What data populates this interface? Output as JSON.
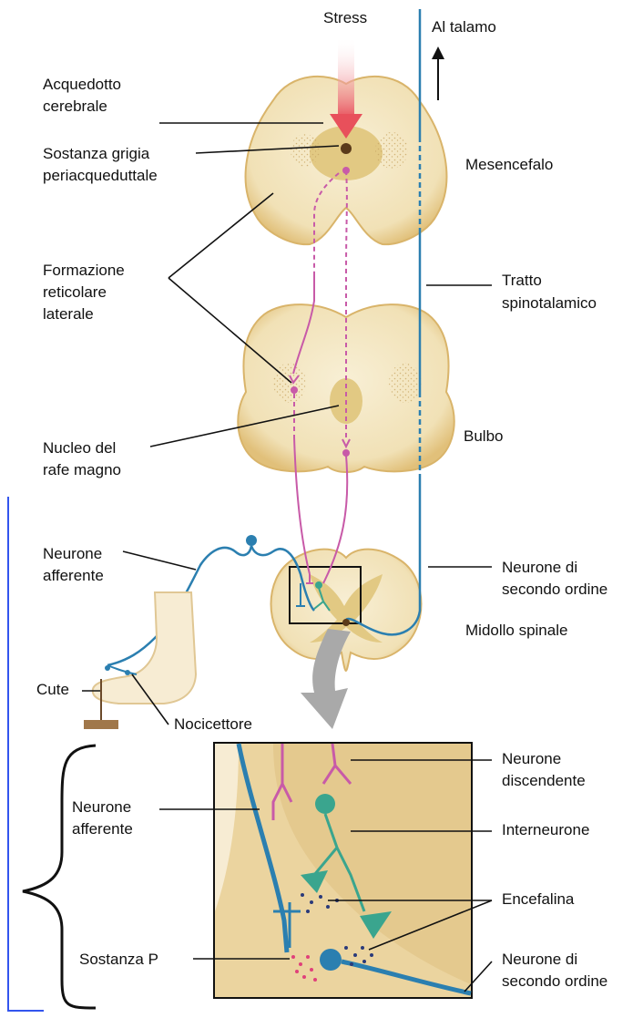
{
  "labels": {
    "stress": "Stress",
    "al_talamo": "Al talamo",
    "acquedotto_l1": "Acquedotto",
    "acquedotto_l2": "cerebrale",
    "sostanza_grigia_l1": "Sostanza grigia",
    "sostanza_grigia_l2": "periacqueduttale",
    "mesencefalo": "Mesencefalo",
    "formazione_l1": "Formazione",
    "formazione_l2": "reticolare",
    "formazione_l3": "laterale",
    "tratto_l1": "Tratto",
    "tratto_l2": "spinotalamico",
    "bulbo": "Bulbo",
    "nucleo_l1": "Nucleo del",
    "nucleo_l2": "rafe magno",
    "neurone_afferente_l1": "Neurone",
    "neurone_afferente_l2": "afferente",
    "neurone_secondo_l1": "Neurone di",
    "neurone_secondo_l2": "secondo ordine",
    "midollo": "Midollo spinale",
    "cute": "Cute",
    "nocicettore": "Nocicettore",
    "inset_afferente_l1": "Neurone",
    "inset_afferente_l2": "afferente",
    "discendente_l1": "Neurone",
    "discendente_l2": "discendente",
    "interneurone": "Interneurone",
    "encefalina": "Encefalina",
    "sostanza_p": "Sostanza P",
    "inset_secondo_l1": "Neurone di",
    "inset_secondo_l2": "secondo ordine"
  },
  "colors": {
    "tissue": "#f3e6c0",
    "tissue_edge": "#d9b46a",
    "grey_matter": "#e2c983",
    "spinothalamic": "#2b7fb0",
    "descending": "#c85aa8",
    "interneuron": "#3aa58e",
    "stress_arrow": "#e8505b",
    "substance_p": "#e0407a",
    "enkephalin": "#2a3a7a",
    "frame_blue": "#3355ee"
  }
}
